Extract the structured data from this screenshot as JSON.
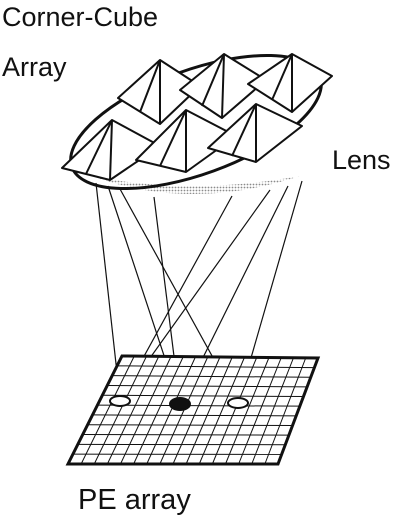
{
  "labels": {
    "corner_cube_line1": "Corner-Cube",
    "corner_cube_line2": "Array",
    "lens": "Lens",
    "pe_array": "PE array"
  },
  "colors": {
    "ink": "#111111",
    "lens_shade": "#bfbfbf",
    "background": "#ffffff"
  }
}
